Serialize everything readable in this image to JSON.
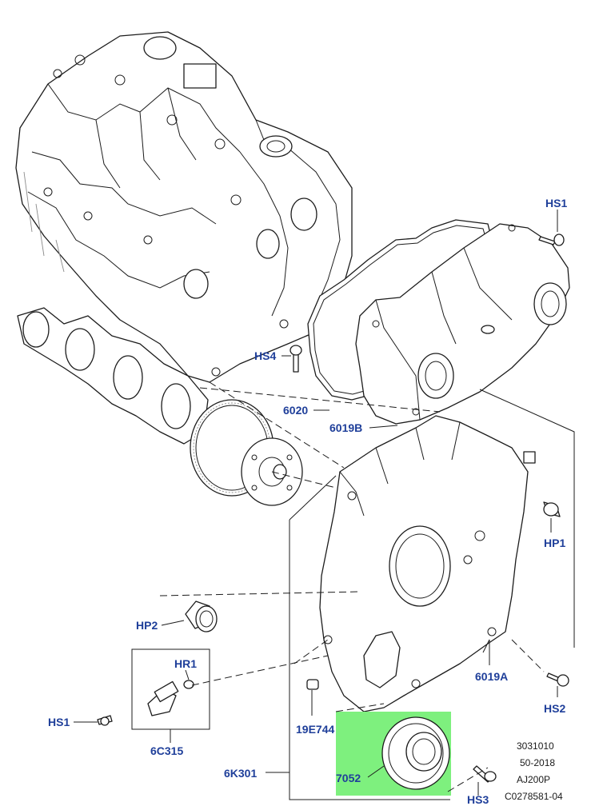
{
  "labels": {
    "HS1_top": "HS1",
    "HS4": "HS4",
    "6020": "6020",
    "6019B": "6019B",
    "HP1": "HP1",
    "HP2": "HP2",
    "HR1": "HR1",
    "HS1_left": "HS1",
    "6C315": "6C315",
    "19E744": "19E744",
    "6019A": "6019A",
    "HS2": "HS2",
    "6K301": "6K301",
    "7052": "7052",
    "HS3": "HS3"
  },
  "reference": [
    "3031010",
    "50-2018",
    "AJ200P",
    "C0278581-04"
  ],
  "colors": {
    "label": "#1f3f9a",
    "highlight": "#7ef07e",
    "line": "#1c1c1c"
  }
}
